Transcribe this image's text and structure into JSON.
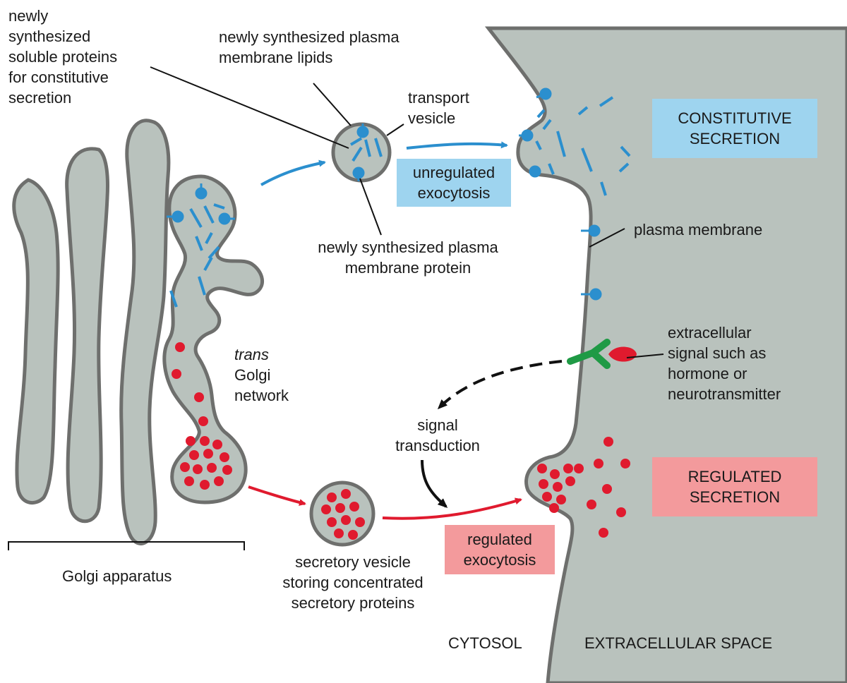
{
  "colors": {
    "organelle_fill": "#b9c2bd",
    "membrane_stroke": "#6e6f6d",
    "blue": "#2b8fce",
    "red": "#e01a2e",
    "green": "#1f9a45",
    "blue_box": "#9ed4ef",
    "pink_box": "#f39a9c"
  },
  "labels": {
    "soluble_proteins": "newly\nsynthesized\nsoluble proteins\nfor constitutive\nsecretion",
    "lipids": "newly synthesized plasma\nmembrane lipids",
    "transport_vesicle": "transport\nvesicle",
    "unregulated_exocytosis": "unregulated\nexocytosis",
    "constitutive_secretion": "CONSTITUTIVE\nSECRETION",
    "plasma_membrane": "plasma membrane",
    "membrane_protein": "newly synthesized plasma\nmembrane protein",
    "trans_word": "trans",
    "golgi_network": "Golgi\nnetwork",
    "extracellular_signal": "extracellular\nsignal such as\nhormone or\nneurotransmitter",
    "signal_transduction": "signal\ntransduction",
    "regulated_secretion": "REGULATED\nSECRETION",
    "regulated_exocytosis": "regulated\nexocytosis",
    "secretory_vesicle": "secretory vesicle\nstoring concentrated\nsecretory proteins",
    "golgi_apparatus": "Golgi apparatus",
    "cytosol": "CYTOSOL",
    "extracellular_space": "EXTRACELLULAR SPACE"
  }
}
